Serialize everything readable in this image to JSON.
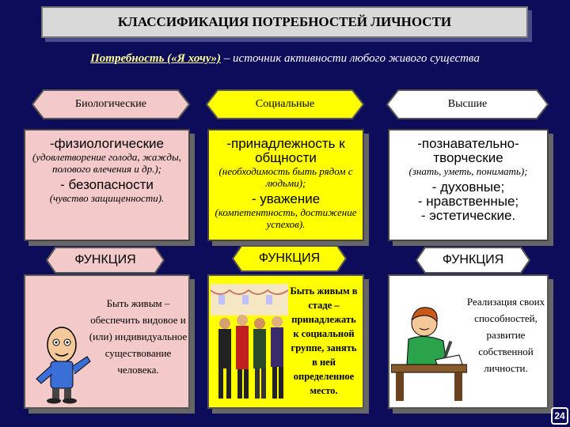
{
  "title": "КЛАССИФИКАЦИЯ ПОТРЕБНОСТЕЙ ЛИЧНОСТИ",
  "subtitle": {
    "term": "Потребность («Я хочу»)",
    "rest": " – источник активности любого живого существа"
  },
  "columns": [
    {
      "header": "Биологические",
      "items": [
        "-физиологические",
        "(удовлетворение голода, жажды, полового влечения и др.);",
        "- безопасности",
        "(чувство защищенности)."
      ],
      "function_label": "ФУНКЦИЯ",
      "function_text": "Быть живым – обеспечить видовое и (или) индивидуальное существование человека."
    },
    {
      "header": "Социальные",
      "items": [
        "-принадлежность к общности",
        "(необходимость быть рядом с людьми);",
        "- уважение",
        "(компетентность, достижение успехов)."
      ],
      "function_label": "ФУНКЦИЯ",
      "function_text": "Быть живым в стаде – принадлежать к социальной группе, занять в ней определенное место."
    },
    {
      "header": "Высшие",
      "items": [
        "-познавательно-творческие",
        "(знать, уметь, понимать);",
        "- духовные;",
        "- нравственные;",
        "- эстетические."
      ],
      "function_label": "ФУНКЦИЯ",
      "function_text": "Реализация своих способностей, развитие собственной личности."
    }
  ],
  "page_number": "24",
  "colors": {
    "background": "#0c0c5a",
    "pink": "#f4c9c9",
    "yellow": "#ffff00",
    "white": "#ffffff",
    "title": "#d9d9d9"
  }
}
